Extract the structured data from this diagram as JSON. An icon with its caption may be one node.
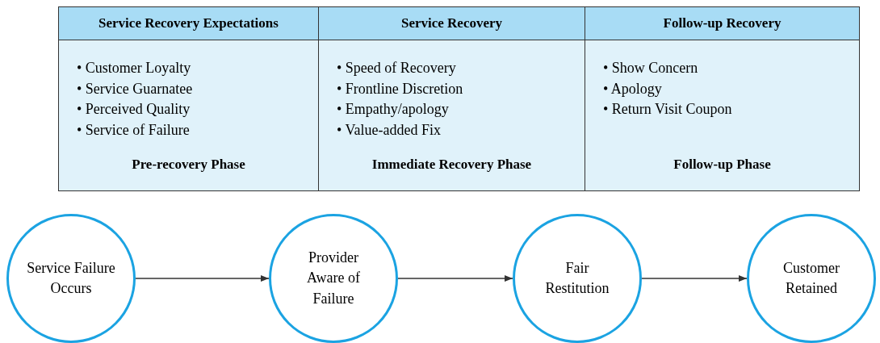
{
  "diagram": {
    "nodes": [
      {
        "text": [
          "Service Recovery Expectations",
          "• Customer Loyalty",
          "• Service Guarnatee",
          "• Perceived Quality",
          "• Service of Failure",
          "Pre-recovery Phase"
        ]
      },
      {
        "text": [
          "Service Recovery",
          "• Speed of Recovery",
          "• Frontline Discretion",
          "• Empathy/apology",
          "• Value-added Fix",
          "Immediate Recovery Phase"
        ]
      },
      {
        "text": [
          "Follow-up Recovery",
          "• Show Concern",
          "• Apology",
          "• Return Visit Coupon",
          "Follow-up Phase"
        ]
      },
      {
        "text": [
          "Service Failure Occurs"
        ]
      },
      {
        "text": [
          "Provider Aware of Failure"
        ]
      },
      {
        "text": [
          "Fair Restitution"
        ]
      },
      {
        "text": [
          "Customer Retained"
        ]
      }
    ],
    "edges": [
      {
        "from": 3,
        "to": 4,
        "arrow": "to"
      },
      {
        "from": 4,
        "to": 5,
        "arrow": "to"
      },
      {
        "from": 5,
        "to": 6,
        "arrow": "to"
      }
    ]
  }
}
